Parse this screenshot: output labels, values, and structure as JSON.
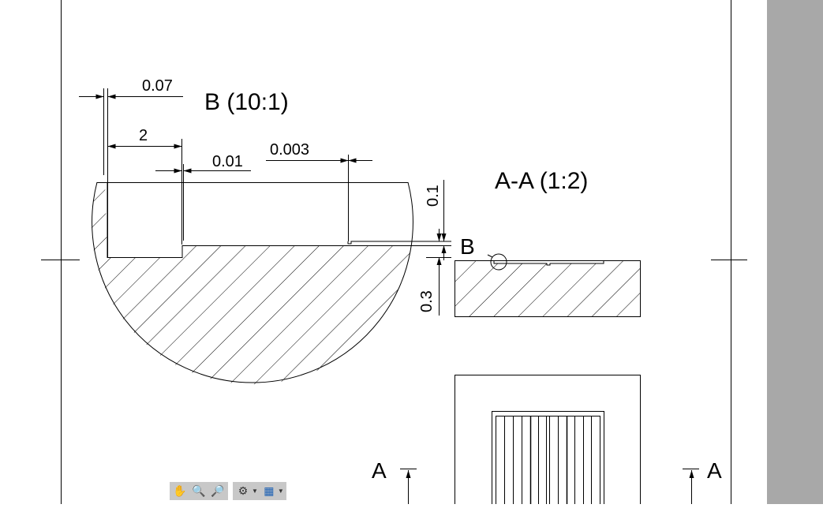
{
  "drawing": {
    "detail_title": "B (10:1)",
    "section_title": "A-A (1:2)",
    "detail_marker": "B",
    "section_marker_left": "A",
    "section_marker_right": "A",
    "dimensions": {
      "d_007": "0.07",
      "d_2": "2",
      "d_001": "0.01",
      "d_0003": "0.003",
      "d_01": "0.1",
      "d_03": "0.3"
    }
  },
  "navbar": {
    "tools": [
      "pan",
      "zoom-window",
      "zoom-extents",
      "viewcube-settings",
      "display-mode"
    ]
  },
  "colors": {
    "scroll_panel": "#a8a8a8",
    "toolbar_bg": "#c8c8c8",
    "line": "#000000"
  }
}
